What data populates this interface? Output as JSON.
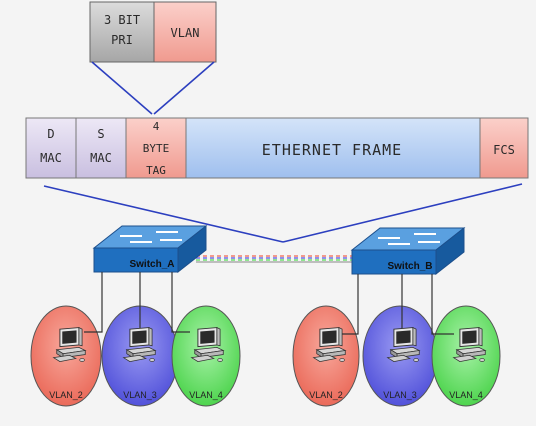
{
  "tag_fields": {
    "pri_line1": "3 BIT",
    "pri_line2": "PRI",
    "vlan": "VLAN"
  },
  "frame_fields": {
    "dmac_line1": "D",
    "dmac_line2": "MAC",
    "smac_line1": "S",
    "smac_line2": "MAC",
    "tag_line1": "4",
    "tag_line2": "BYTE",
    "tag_line3": "TAG",
    "ethernet": "ETHERNET FRAME",
    "fcs": "FCS"
  },
  "switches": {
    "a": "Switch_A",
    "b": "Switch_B"
  },
  "hosts": [
    {
      "label": "VLAN_2",
      "color": "#f07c6c"
    },
    {
      "label": "VLAN_3",
      "color": "#6f6fe6"
    },
    {
      "label": "VLAN_4",
      "color": "#6fe06f"
    },
    {
      "label": "VLAN_2",
      "color": "#f07c6c"
    },
    {
      "label": "VLAN_3",
      "color": "#6f6fe6"
    },
    {
      "label": "VLAN_4",
      "color": "#6fe06f"
    }
  ],
  "colors": {
    "pri_fill": "#bdbdbd",
    "vlan_fill": "#f6b4ac",
    "mac_fill": "#dcd4ec",
    "tag_fill": "#f6b4ac",
    "ethernet_fill": "#b4cdf2",
    "fcs_fill": "#f6b4ac",
    "switch_top": "#3f8fd6",
    "switch_front": "#1f6fbf",
    "callout_line": "#2c3fbf"
  }
}
